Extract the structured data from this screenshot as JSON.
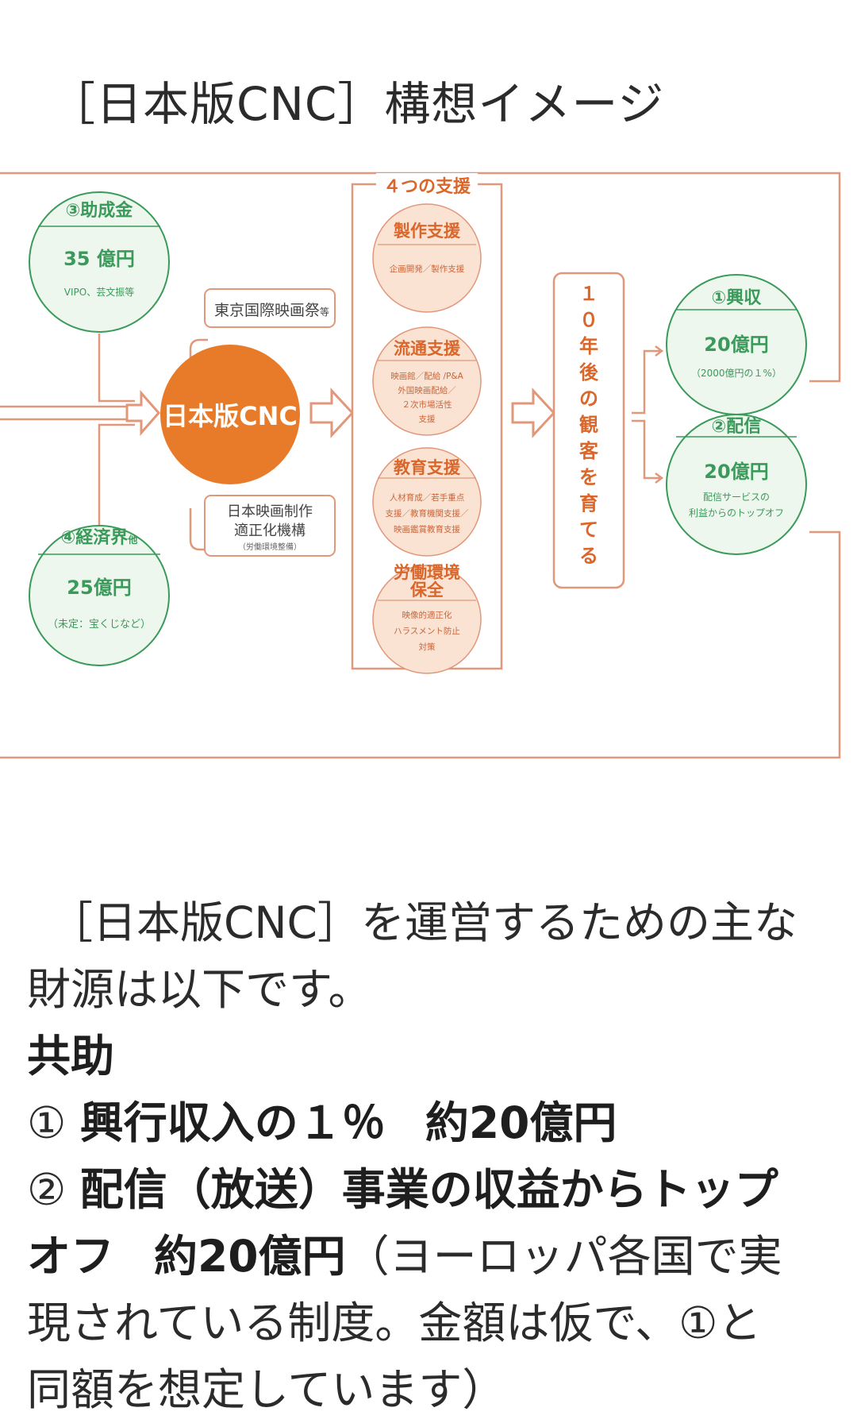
{
  "title": "［日本版CNC］構想イメージ",
  "diagram": {
    "funding_3": {
      "title": "③助成金",
      "amount": "35 億円",
      "note": "VIPO、芸文振等"
    },
    "funding_4": {
      "title": "④経済界",
      "title_suffix": "他",
      "amount": "25億円",
      "note": "（未定：宝くじなど）"
    },
    "tokyo_festival": {
      "label": "東京国際映画祭",
      "suffix": "等"
    },
    "org": {
      "line1": "日本映画制作",
      "line2": "適正化機構",
      "note": "（労働環境整備）"
    },
    "center": "日本版CNC",
    "supports_header": "４つの支援",
    "supports": [
      {
        "title": "製作支援",
        "lines": [
          "企画開発／製作支援"
        ]
      },
      {
        "title": "流通支援",
        "lines": [
          "映画館／配給 /P&A",
          "外国映画配給／",
          "２次市場活性",
          "支援"
        ]
      },
      {
        "title": "教育支援",
        "lines": [
          "人材育成／若手重点",
          "支援／教育機関支援／",
          "映画鑑賞教育支援"
        ]
      },
      {
        "title": "労働環境\n保全",
        "title_lines": [
          "労働環境",
          "保全"
        ],
        "lines": [
          "映像的適正化",
          "ハラスメント防止",
          "対策"
        ]
      }
    ],
    "goal_chars": [
      "１",
      "０",
      "年",
      "後",
      "の",
      "観",
      "客",
      "を",
      "育",
      "て",
      "る"
    ],
    "funding_1": {
      "title": "①興収",
      "amount": "20億円",
      "note": "（2000億円の１%）"
    },
    "funding_2": {
      "title": "②配信",
      "amount": "20億円",
      "note_lines": [
        "配信サービスの",
        "利益からのトップオフ"
      ]
    }
  },
  "body": {
    "intro_line1": "［日本版CNC］を運営するための主な",
    "intro_line2": "財源は以下です。",
    "section_heading": "共助",
    "item1_num": "①",
    "item1_text": "興行収入の１％",
    "item1_amount": "約20億円",
    "item2_num": "②",
    "item2_text_line1": "配信（放送）事業の収益からトップ",
    "item2_text_line2": "オフ",
    "item2_amount": "約20億円",
    "item2_note_part1": "（ヨーロッパ各国で実",
    "item2_note_line2": "現されている制度。金額は仮で、①と",
    "item2_note_line3": "同額を想定しています）"
  },
  "colors": {
    "green": "#3a9a5a",
    "green_fill": "#eef7ee",
    "orange": "#e87b2a",
    "orange_dark": "#d9662b",
    "orange_fill": "#fbe3d3",
    "line": "#e0977a"
  }
}
